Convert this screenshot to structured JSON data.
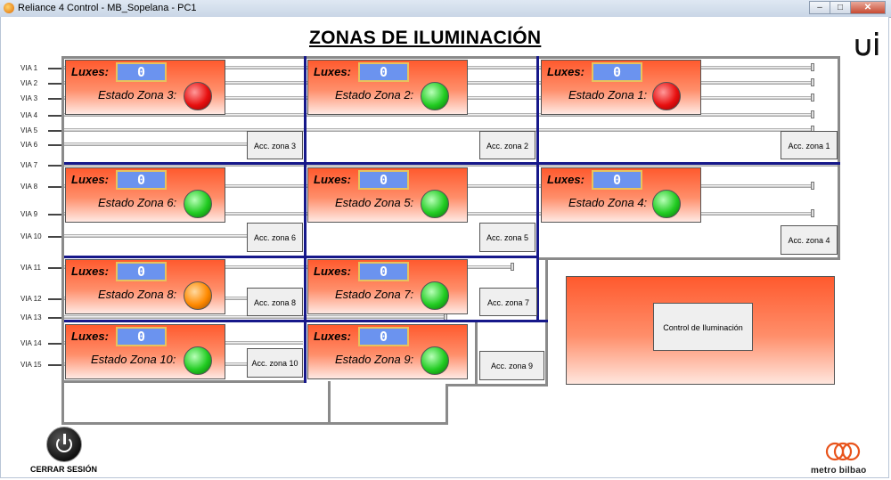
{
  "window": {
    "title": "Reliance 4 Control - MB_Sopelana - PC1",
    "min": "–",
    "max": "□",
    "close": "✕"
  },
  "page": {
    "title": "ZONAS DE ILUMINACIÓN"
  },
  "vias": [
    "VIA 1",
    "VIA 2",
    "VIA 3",
    "VIA 4",
    "VIA 5",
    "VIA 6",
    "VIA 7",
    "VIA 8",
    "VIA 9",
    "VIA 10",
    "VIA 11",
    "VIA 12",
    "VIA 13",
    "VIA 14",
    "VIA 15"
  ],
  "luxes_label": "Luxes:",
  "zones": [
    {
      "id": 3,
      "estado": "Estado Zona 3:",
      "luxes": "0",
      "status": "red",
      "acc": "Acc. zona 3"
    },
    {
      "id": 2,
      "estado": "Estado Zona 2:",
      "luxes": "0",
      "status": "green",
      "acc": "Acc. zona 2"
    },
    {
      "id": 1,
      "estado": "Estado Zona 1:",
      "luxes": "0",
      "status": "red",
      "acc": "Acc. zona 1"
    },
    {
      "id": 6,
      "estado": "Estado Zona 6:",
      "luxes": "0",
      "status": "green",
      "acc": "Acc. zona 6"
    },
    {
      "id": 5,
      "estado": "Estado Zona 5:",
      "luxes": "0",
      "status": "green",
      "acc": "Acc. zona 5"
    },
    {
      "id": 4,
      "estado": "Estado Zona 4:",
      "luxes": "0",
      "status": "green",
      "acc": "Acc. zona 4"
    },
    {
      "id": 8,
      "estado": "Estado Zona 8:",
      "luxes": "0",
      "status": "orange",
      "acc": "Acc. zona 8"
    },
    {
      "id": 7,
      "estado": "Estado Zona 7:",
      "luxes": "0",
      "status": "green",
      "acc": "Acc. zona 7"
    },
    {
      "id": 10,
      "estado": "Estado Zona 10:",
      "luxes": "0",
      "status": "green",
      "acc": "Acc. zona 10"
    },
    {
      "id": 9,
      "estado": "Estado Zona 9:",
      "luxes": "0",
      "status": "green",
      "acc": "Acc. zona 9"
    }
  ],
  "control": {
    "label": "Control de Iluminación"
  },
  "logout": {
    "label": "CERRAR SESIÓN"
  },
  "brand": {
    "name": "metro bilbao"
  },
  "colors": {
    "red": "#e81010",
    "green": "#22cc22",
    "orange": "#ff8a00",
    "accent_blue": "#16188a",
    "panel": "#ff6a3d"
  }
}
